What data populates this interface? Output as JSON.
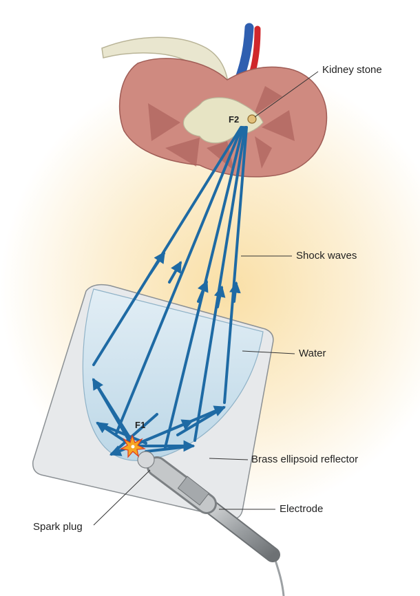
{
  "labels": {
    "kidney_stone": "Kidney stone",
    "shock_waves": "Shock waves",
    "water": "Water",
    "reflector": "Brass ellipsoid reflector",
    "electrode": "Electrode",
    "spark_plug": "Spark plug",
    "focus_1": "F1",
    "focus_2": "F2"
  },
  "colors": {
    "background_glow": "#fbe9c4",
    "kidney": "#cf8a80",
    "kidney_medulla": "#b0655f",
    "renal_pelvis": "#e7e4c4",
    "ureter": "#e9e6cf",
    "artery": "#d0272b",
    "vein": "#2f5fb0",
    "shock_wave": "#1e6aa4",
    "reflector": "#e7e9eb",
    "water": "#cfe4ef",
    "electrode": "#b3b6b8",
    "spark": "#f5a623"
  },
  "icons": [
    "kidney-illustration",
    "spark-icon",
    "kidney-stone-icon"
  ]
}
